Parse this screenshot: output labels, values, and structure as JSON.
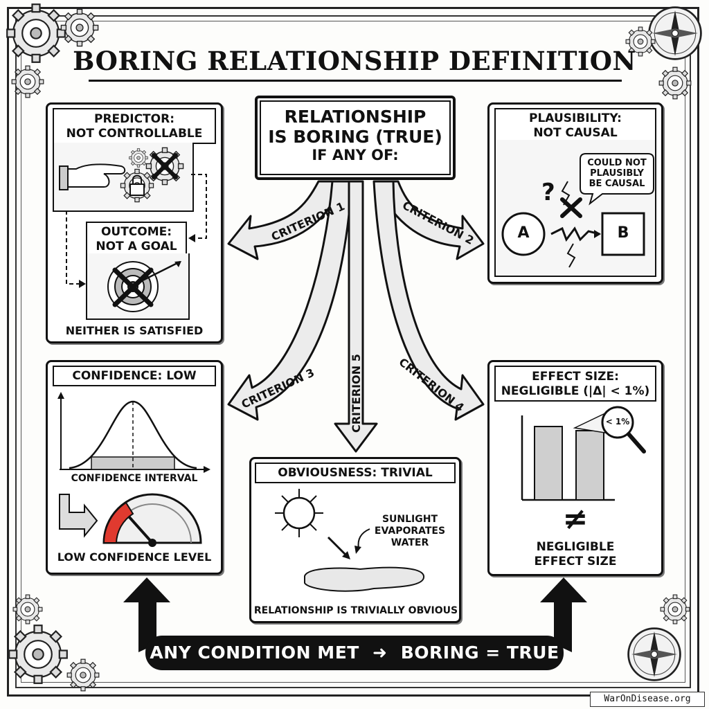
{
  "title": "BORING RELATIONSHIP DEFINITION",
  "center": {
    "line1": "RELATIONSHIP",
    "line2": "IS BORING (TRUE)",
    "line3": "IF ANY OF:"
  },
  "arrows": {
    "c1": "CRITERION 1",
    "c2": "CRITERION 2",
    "c3": "CRITERION 3",
    "c4": "CRITERION 4",
    "c5": "CRITERION 5"
  },
  "panel_controllable": {
    "predictor_title": "PREDICTOR:\nNOT CONTROLLABLE",
    "outcome_title": "OUTCOME:\nNOT A GOAL",
    "caption": "NEITHER IS SATISFIED"
  },
  "panel_plausibility": {
    "title": "PLAUSIBILITY:\nNOT CAUSAL",
    "bubble": "COULD NOT\nPLAUSIBLY\nBE CAUSAL",
    "node_a": "A",
    "node_b": "B",
    "question": "?"
  },
  "panel_confidence": {
    "title": "CONFIDENCE: LOW",
    "interval_caption": "CONFIDENCE INTERVAL",
    "level_caption": "LOW CONFIDENCE LEVEL"
  },
  "panel_obviousness": {
    "title": "OBVIOUSNESS: TRIVIAL",
    "note": "SUNLIGHT\nEVAPORATES\nWATER",
    "caption": "RELATIONSHIP IS TRIVIALLY OBVIOUS"
  },
  "panel_effect": {
    "title": "EFFECT SIZE:\nNEGLIGIBLE (|Δ| < 1%)",
    "magnifier": "< 1%",
    "symbol": "≠",
    "caption": "NEGLIGIBLE\nEFFECT SIZE"
  },
  "banner": {
    "left": "ANY CONDITION MET",
    "right": "BORING = TRUE"
  },
  "watermark": "WarOnDisease.org",
  "colors": {
    "ink": "#111111",
    "paper": "#fdfdfb",
    "gauge_red": "#e03a2f",
    "arrow_fill": "#ececec"
  },
  "icons": [
    "gear-icon",
    "compass-icon",
    "hand-icon",
    "padlock-icon",
    "target-icon",
    "arrow-icon",
    "sun-icon",
    "puddle-icon",
    "magnifier-icon",
    "gauge-icon",
    "bell-curve-icon"
  ]
}
